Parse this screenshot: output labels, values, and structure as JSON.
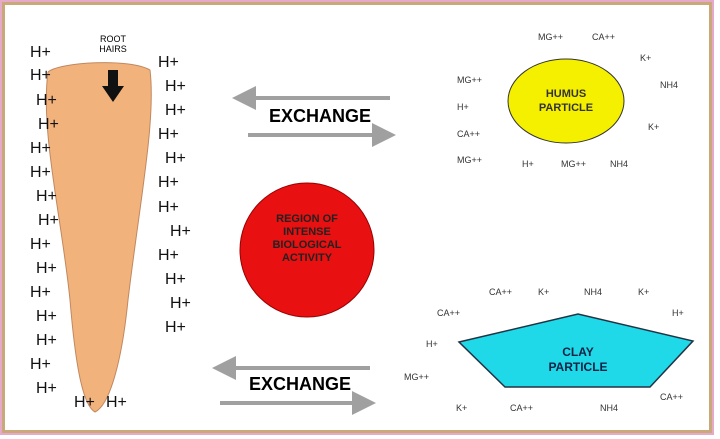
{
  "root": {
    "label_line1": "ROOT",
    "label_line2": "HAIRS"
  },
  "h_ion": "H+",
  "exchange_top": "EXCHANGE",
  "exchange_bottom": "EXCHANGE",
  "region": {
    "line1": "REGION OF",
    "line2": "INTENSE",
    "line3": "BIOLOGICAL",
    "line4": "ACTIVITY"
  },
  "humus": {
    "line1": "HUMUS",
    "line2": "PARTICLE",
    "ions": [
      "MG++",
      "CA++",
      "K+",
      "NH4",
      "MG++",
      "H+",
      "CA++",
      "MG++",
      "H+",
      "MG++",
      "NH4",
      "K+"
    ]
  },
  "clay": {
    "line1": "CLAY",
    "line2": "PARTICLE",
    "ions": [
      "CA++",
      "K+",
      "NH4",
      "K+",
      "CA++",
      "H+",
      "H+",
      "MG++",
      "K+",
      "CA++",
      "NH4",
      "CA++"
    ]
  },
  "colors": {
    "root": "#f2b27c",
    "region": "#e81010",
    "humus": "#f5f000",
    "clay": "#1fd8e8",
    "arrow": "#a0a0a0"
  }
}
